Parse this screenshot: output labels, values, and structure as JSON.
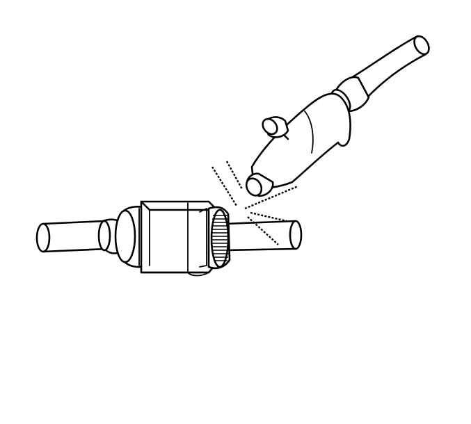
{
  "illustration": {
    "background_color": "#ffffff",
    "line_color": "#000000",
    "style": "black-and-white line art"
  },
  "components": [
    {
      "name": "pipe",
      "icon": "pipe-icon"
    },
    {
      "name": "fitting-nut",
      "icon": "nut-icon"
    },
    {
      "name": "torch",
      "icon": "torch-icon"
    },
    {
      "name": "hose",
      "icon": "hose-icon"
    },
    {
      "name": "spark",
      "icon": "spark-icon"
    }
  ]
}
